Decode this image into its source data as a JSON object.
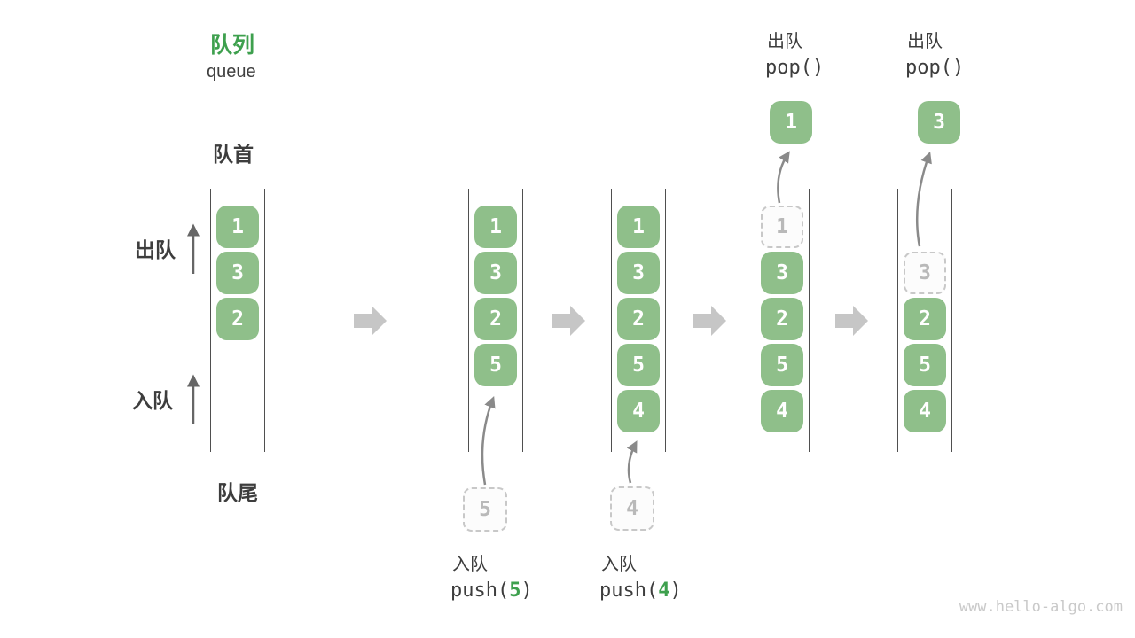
{
  "title": {
    "zh": "队列",
    "en": "queue"
  },
  "labels": {
    "front": "队首",
    "rear": "队尾",
    "dequeue_side": "出队",
    "enqueue_side": "入队"
  },
  "queues": [
    {
      "values": [
        "1",
        "3",
        "2"
      ]
    },
    {
      "values": [
        "1",
        "3",
        "2",
        "5"
      ],
      "staged": "5"
    },
    {
      "values": [
        "1",
        "3",
        "2",
        "5",
        "4"
      ],
      "staged": "4"
    },
    {
      "values": [
        "3",
        "2",
        "5",
        "4"
      ],
      "ghost": "1",
      "popped": "1"
    },
    {
      "values": [
        "2",
        "5",
        "4"
      ],
      "ghost": "3",
      "popped": "3"
    }
  ],
  "annotations": {
    "push": [
      {
        "action": "入队",
        "code_open": "push(",
        "code_arg": "5",
        "code_close": ")"
      },
      {
        "action": "入队",
        "code_open": "push(",
        "code_arg": "4",
        "code_close": ")"
      }
    ],
    "pop": [
      {
        "action": "出队",
        "code": "pop()"
      },
      {
        "action": "出队",
        "code": "pop()"
      }
    ]
  },
  "icons": {
    "step_arrow": "right-block-arrow",
    "flow_arrow": "curved-up-arrow",
    "side_arrow": "up-arrow"
  },
  "colors": {
    "accent_green": "#3ea04e",
    "box_green": "#8fbf8a",
    "step_arrow_gray": "#c6c6c6",
    "flow_arrow_gray": "#8a8a8a",
    "side_arrow_gray": "#666666",
    "text_dark": "#3d3d3d",
    "ghost_border": "#c8c8c8"
  },
  "watermark": "www.hello-algo.com"
}
